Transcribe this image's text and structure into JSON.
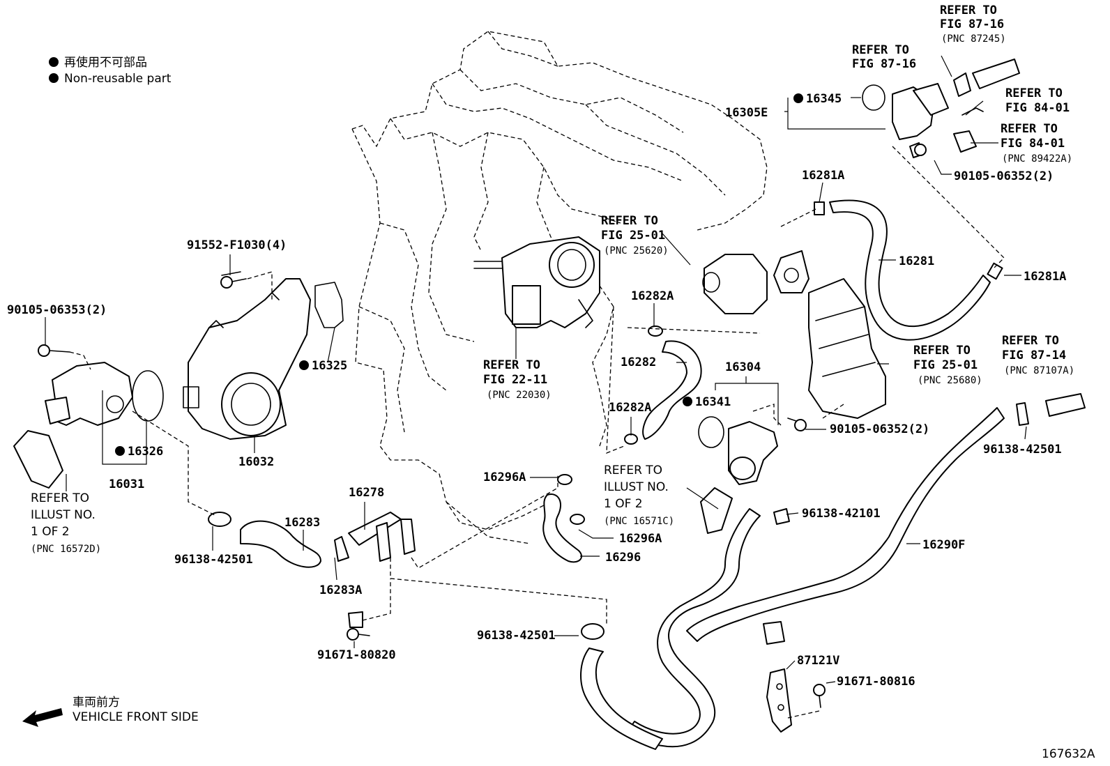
{
  "legend": {
    "non_reusable_jp": "再使用不可部品",
    "non_reusable_en": "Non-reusable part"
  },
  "direction": {
    "jp": "車両前方",
    "en": "VEHICLE FRONT SIDE"
  },
  "figure_id": "167632A",
  "parts": {
    "p16345": "16345",
    "p16305E": "16305E",
    "p90105_06352_top": "90105-06352(2)",
    "p16281A_top": "16281A",
    "p16281": "16281",
    "p16281A_right": "16281A",
    "p91552": "91552-F1030(4)",
    "p90105_06353": "90105-06353(2)",
    "p16325": "16325",
    "p16326": "16326",
    "p16031": "16031",
    "p16032": "16032",
    "p16282A_top": "16282A",
    "p16282": "16282",
    "p16282A_bottom": "16282A",
    "p16304": "16304",
    "p16341": "16341",
    "p90105_06352_mid": "90105-06352(2)",
    "p96138_42501_right": "96138-42501",
    "p16296A_top": "16296A",
    "p16296A_bottom": "16296A",
    "p16296": "16296",
    "p16278": "16278",
    "p16283": "16283",
    "p16283A": "16283A",
    "p96138_42501_left": "96138-42501",
    "p91671_80820": "91671-80820",
    "p96138_42101": "96138-42101",
    "p16290F": "16290F",
    "p96138_42501_bottom": "96138-42501",
    "p87121V": "87121V",
    "p91671_80816": "91671-80816"
  },
  "refs": {
    "r1": [
      "REFER TO",
      "FIG 87-16",
      "(PNC 87245)"
    ],
    "r2": [
      "REFER TO",
      "FIG 87-16"
    ],
    "r3": [
      "REFER TO",
      "FIG 84-01"
    ],
    "r4": [
      "REFER TO",
      "FIG 84-01",
      "(PNC 89422A)"
    ],
    "r5": [
      "REFER TO",
      "FIG 25-01",
      "(PNC 25620)"
    ],
    "r6": [
      "REFER TO",
      "FIG 22-11",
      "(PNC 22030)"
    ],
    "r7": [
      "REFER TO",
      "FIG 25-01",
      "(PNC 25680)"
    ],
    "r8": [
      "REFER TO",
      "FIG 87-14",
      "(PNC 87107A)"
    ],
    "r9": [
      "REFER TO",
      "ILLUST NO.",
      "1 OF 2",
      "(PNC 16571C)"
    ],
    "r10": [
      "REFER TO",
      "ILLUST NO.",
      "1 OF 2",
      "(PNC 16572D)"
    ]
  }
}
